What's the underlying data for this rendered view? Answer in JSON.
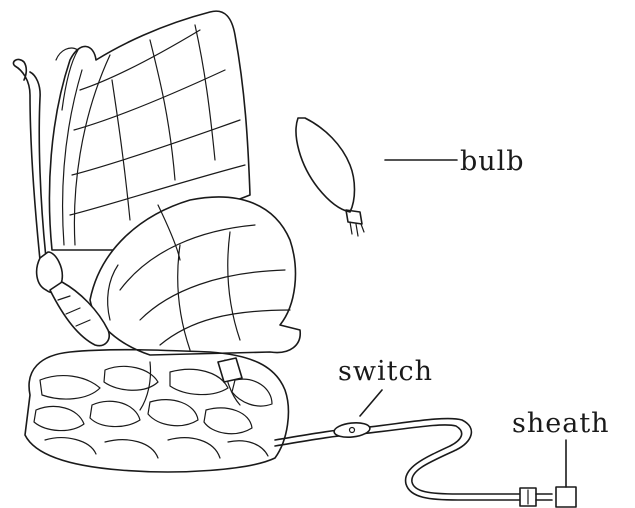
{
  "labels": {
    "bulb": "bulb",
    "switch": "switch",
    "sheath": "sheath"
  },
  "colors": {
    "ink": "#1a1a1a",
    "background": "#ffffff"
  }
}
